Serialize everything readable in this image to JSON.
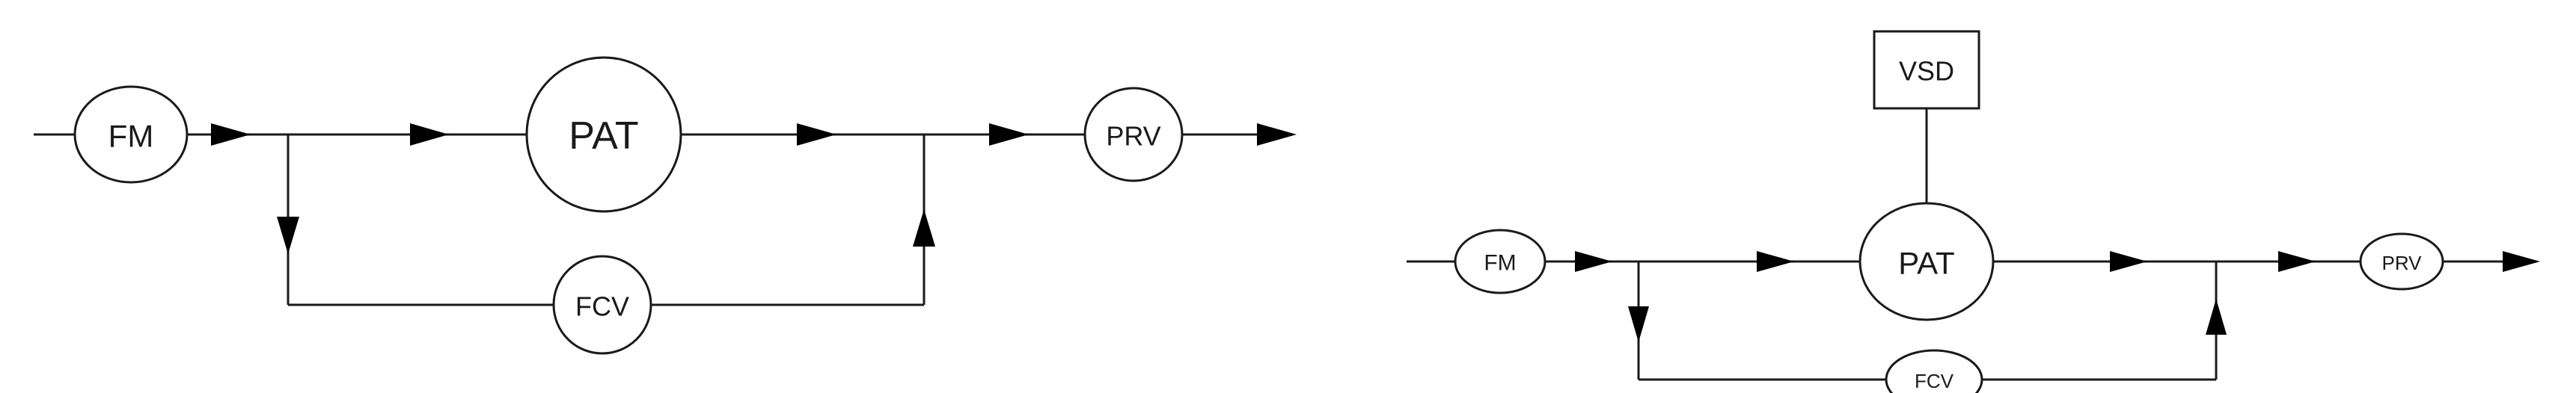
{
  "left_diagram": {
    "flow_meter": "FM",
    "turbine": "PAT",
    "pressure_reducing_valve": "PRV",
    "flow_control_valve": "FCV"
  },
  "right_diagram": {
    "variable_speed_drive": "VSD",
    "flow_meter": "FM",
    "turbine": "PAT",
    "pressure_reducing_valve": "PRV",
    "flow_control_valve": "FCV"
  }
}
